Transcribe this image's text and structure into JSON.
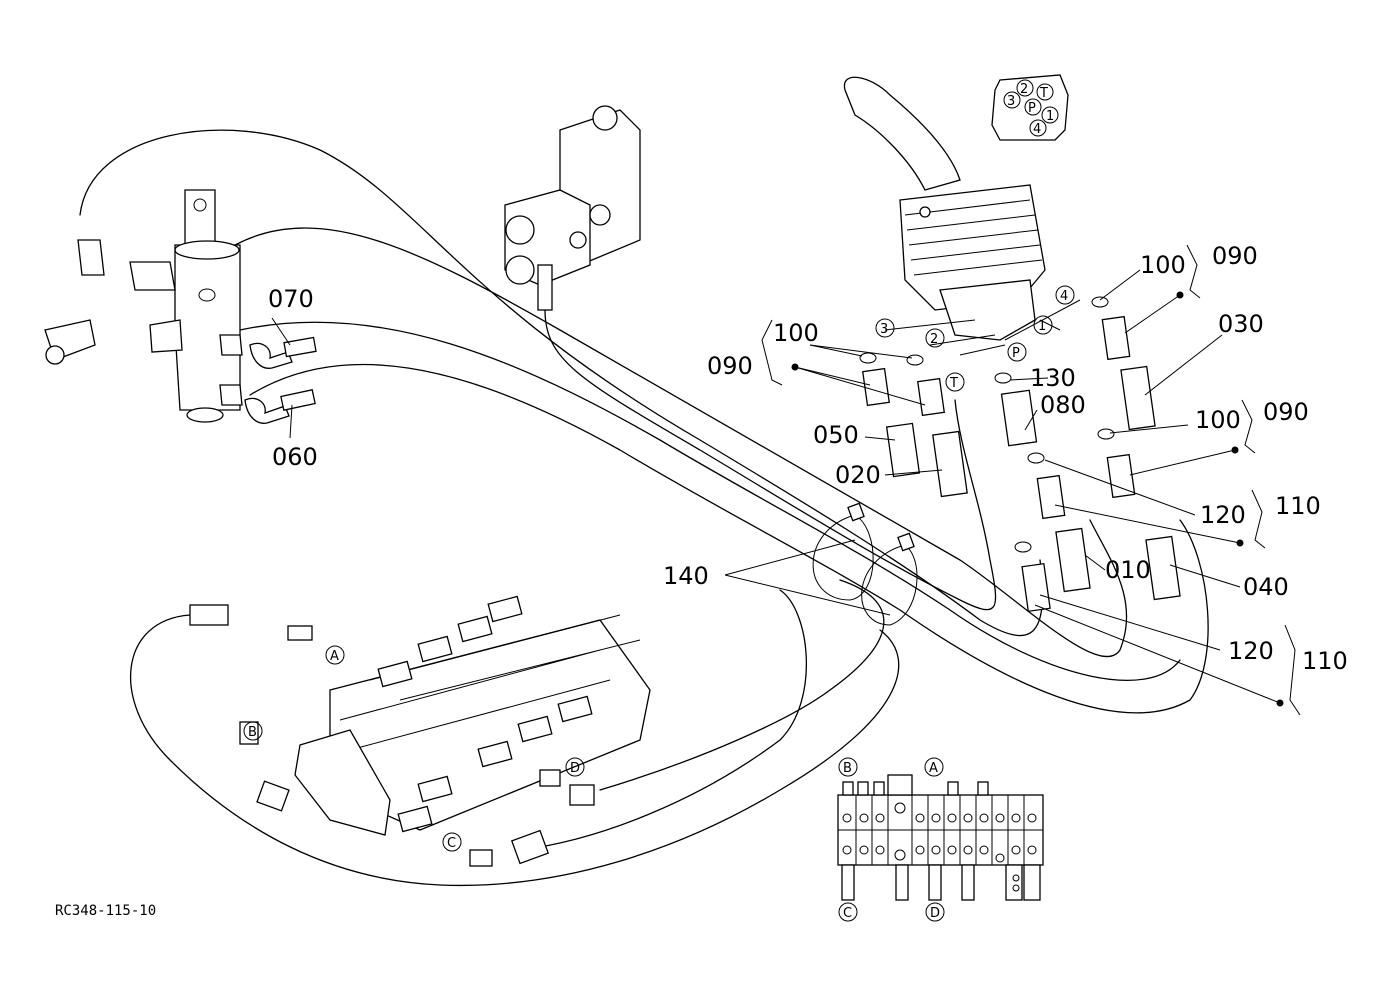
{
  "reference_code": "RC348-115-10",
  "part_labels": {
    "p010": "010",
    "p020": "020",
    "p030": "030",
    "p040": "040",
    "p050": "050",
    "p060": "060",
    "p070": "070",
    "p080": "080",
    "p090a": "090",
    "p090b": "090",
    "p090c": "090",
    "p100a": "100",
    "p100b": "100",
    "p100c": "100",
    "p110a": "110",
    "p110b": "110",
    "p120a": "120",
    "p120b": "120",
    "p130": "130",
    "p140": "140"
  },
  "port_labels": {
    "one": "1",
    "two": "2",
    "three": "3",
    "four": "4",
    "P": "P",
    "T": "T"
  },
  "connection_labels": {
    "A": "A",
    "B": "B",
    "C": "C",
    "D": "D"
  },
  "inset_ports": {
    "three": "3",
    "two": "2",
    "T": "T",
    "P": "P",
    "one": "1",
    "four": "4"
  }
}
